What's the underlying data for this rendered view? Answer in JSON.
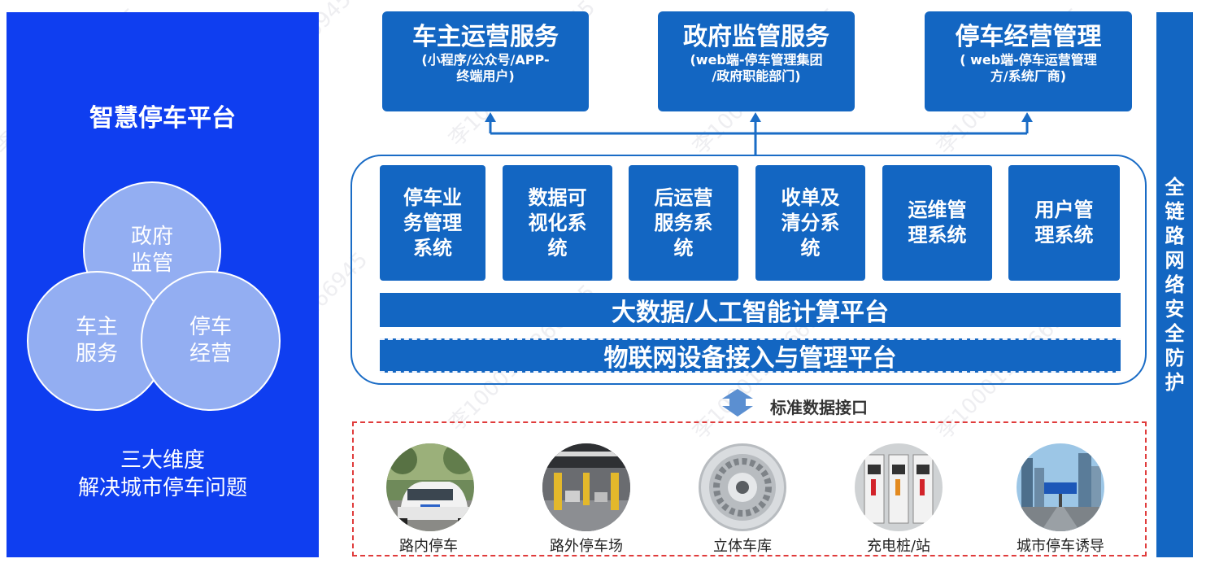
{
  "left_panel": {
    "title": "智慧停车平台",
    "circles": {
      "gov": "政府\n监管",
      "owner": "车主\n服务",
      "parking": "停车\n经营"
    },
    "bottom_line1": "三大维度",
    "bottom_line2": "解决城市停车问题"
  },
  "services": [
    {
      "title": "车主运营服务",
      "subtitle": "(小程序/公众号/APP-\n终端用户)"
    },
    {
      "title": "政府监管服务",
      "subtitle": "(web端-停车管理集团\n/政府职能部门)"
    },
    {
      "title": "停车经营管理",
      "subtitle": "( web端-停车运营管理\n方/系统厂商)"
    }
  ],
  "systems": [
    "停车业\n务管理\n系统",
    "数据可\n视化系\n统",
    "后运营\n服务系\n统",
    "收单及\n清分系\n统",
    "运维管\n理系统",
    "用户管\n理系统"
  ],
  "platforms": {
    "ai": "大数据/人工智能计算平台",
    "iot": "物联网设备接入与管理平台"
  },
  "security": "全\n链\n路\n网\n络\n安\n全\n防\n护",
  "interface_label": "标准数据接口",
  "devices": [
    "路内停车",
    "路外停车场",
    "立体车库",
    "充电桩/站",
    "城市停车诱导"
  ],
  "watermark": "李1000119266945",
  "colors": {
    "left_panel": "#0f3ef0",
    "box_blue": "#1366c2",
    "circle": "#93aef2",
    "dashed_border": "#e03c3c"
  }
}
